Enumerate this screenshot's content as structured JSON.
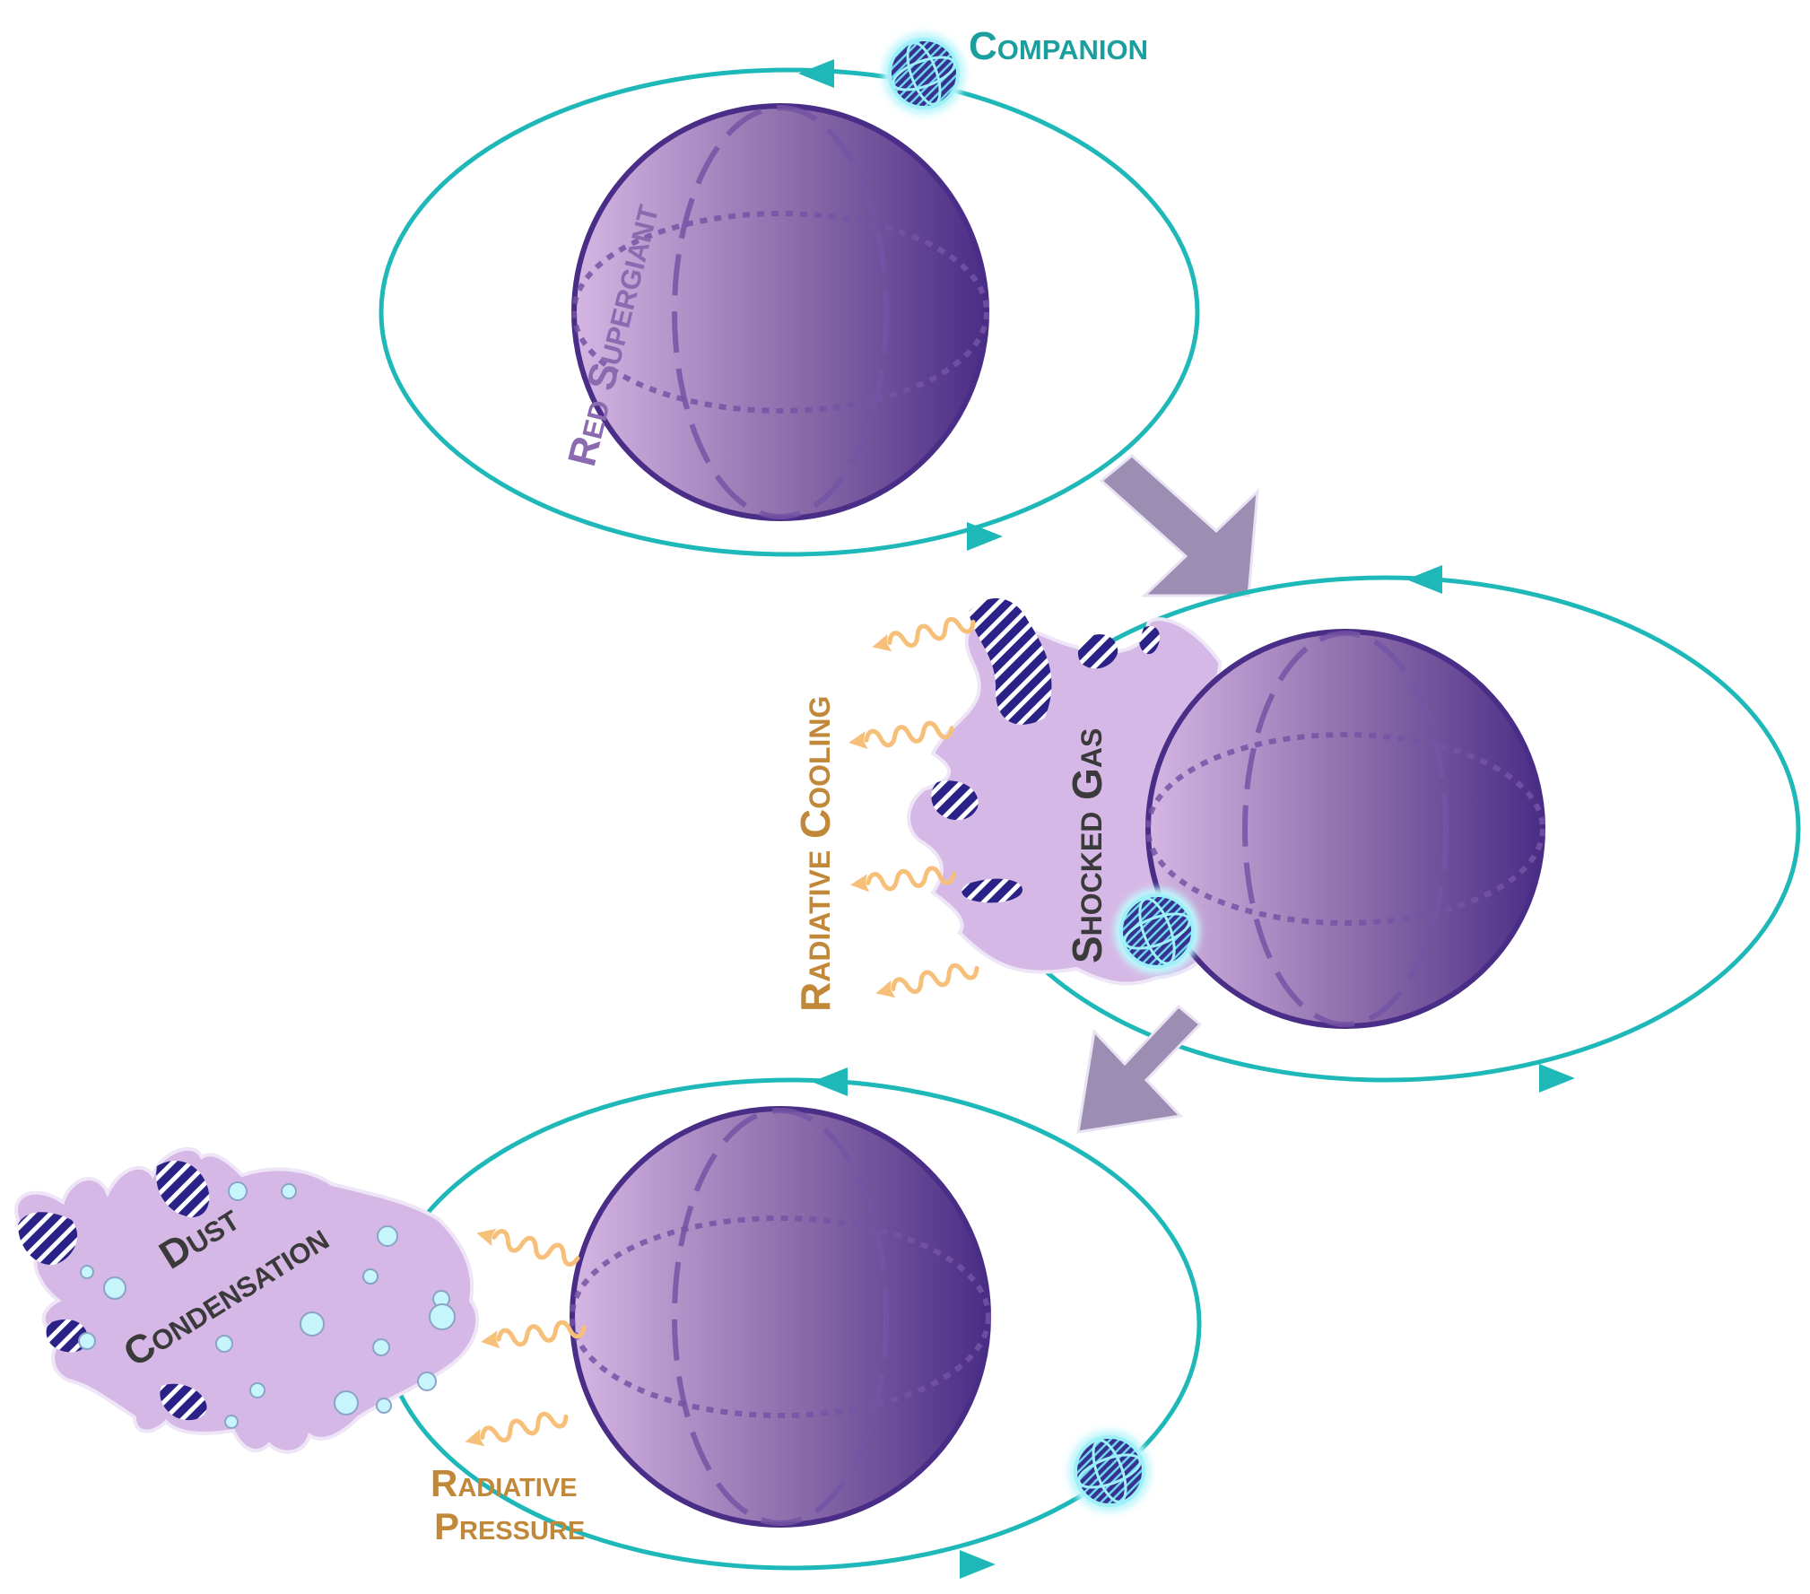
{
  "labels": {
    "companion": "Companion",
    "red_supergiant": "Red Supergiant",
    "radiative_cooling": "Radiative Cooling",
    "shocked_gas": "Shocked Gas",
    "dust_condensation_line1": "Dust",
    "dust_condensation_line2": "Condensation",
    "radiative_pressure_line1": "Radiative",
    "radiative_pressure_line2": "Pressure"
  },
  "colors": {
    "orbit": "#1fb8b8",
    "star_dark": "#4a2d86",
    "star_light": "#d5b6e3",
    "cloud": "#d6b8e6",
    "hatch": "#2a2286",
    "companion_label": "#1a9e9e",
    "supergiant_label": "#8b6ab0",
    "wave": "#f7c07a",
    "process_label": "#c08838",
    "dark_label": "#3a3a3a",
    "arrow": "#9c8db2",
    "bubble": "#c6f6fb"
  },
  "icons": {
    "companion_star": "hatched-sphere-icon",
    "red_supergiant_star": "sphere-icon",
    "stage_arrow": "down-right-arrow",
    "emission": "wavy-arrow"
  }
}
